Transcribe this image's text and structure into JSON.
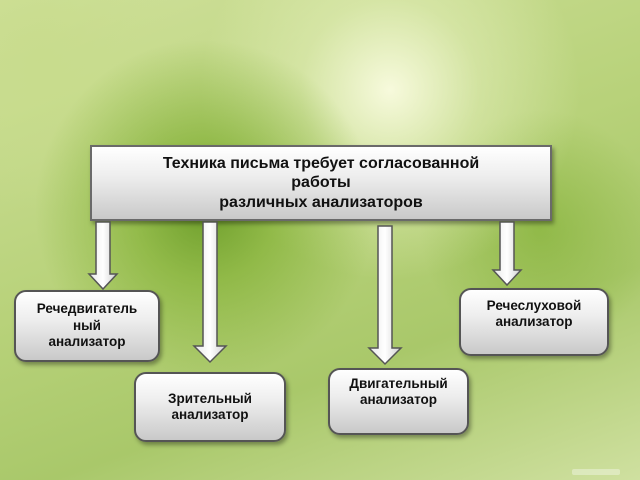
{
  "main": {
    "title": "Техника письма требует согласованной\nработы\nразличных анализаторов"
  },
  "analyzers": {
    "speech_motor": "Речедвигатель\nный\nанализатор",
    "speech_hearing": "Речеслуховой\nанализатор",
    "visual": "Зрительный\nанализатор",
    "motor": "Двигательный\nанализатор"
  },
  "colors": {
    "box_fill": "#eeeeee",
    "box_border": "#555555",
    "background": "#b8d27a"
  }
}
